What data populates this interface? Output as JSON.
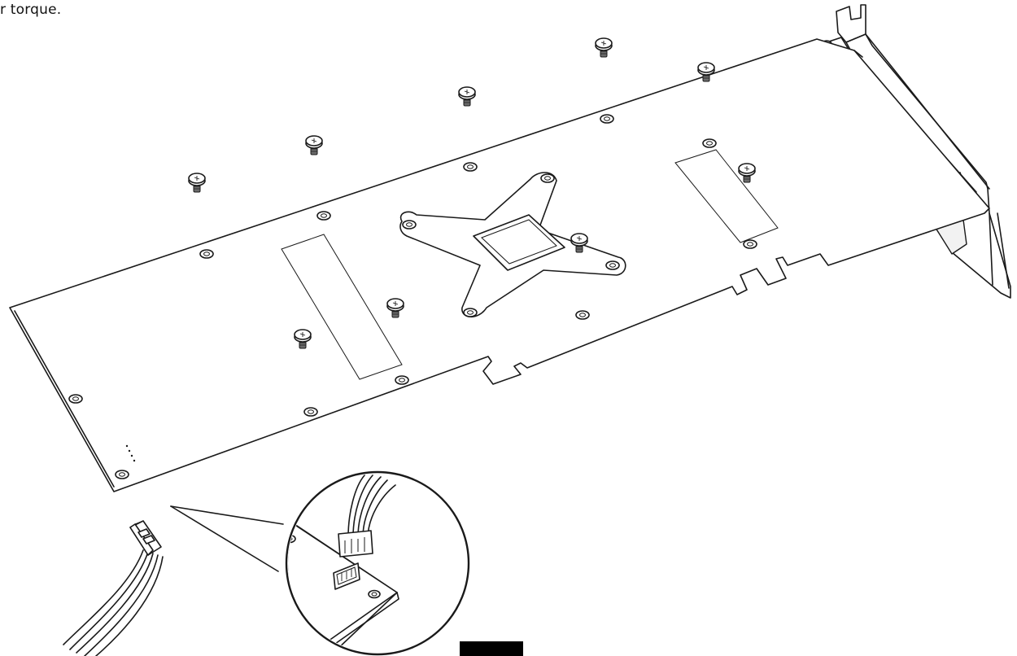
{
  "instruction": {
    "caption": "r torque."
  },
  "figure": {
    "accent_color": "#000000",
    "line_color": "#1a1a1a",
    "background_color": "#ffffff"
  },
  "components": {
    "screws": [
      "screw-1",
      "screw-2",
      "screw-3",
      "screw-4",
      "screw-5",
      "screw-6",
      "screw-7",
      "screw-8",
      "screw-9",
      "screw-10"
    ],
    "connector": "fan-connector",
    "cable": "fan-cable",
    "magnifier": "detail-magnifier-circle"
  }
}
